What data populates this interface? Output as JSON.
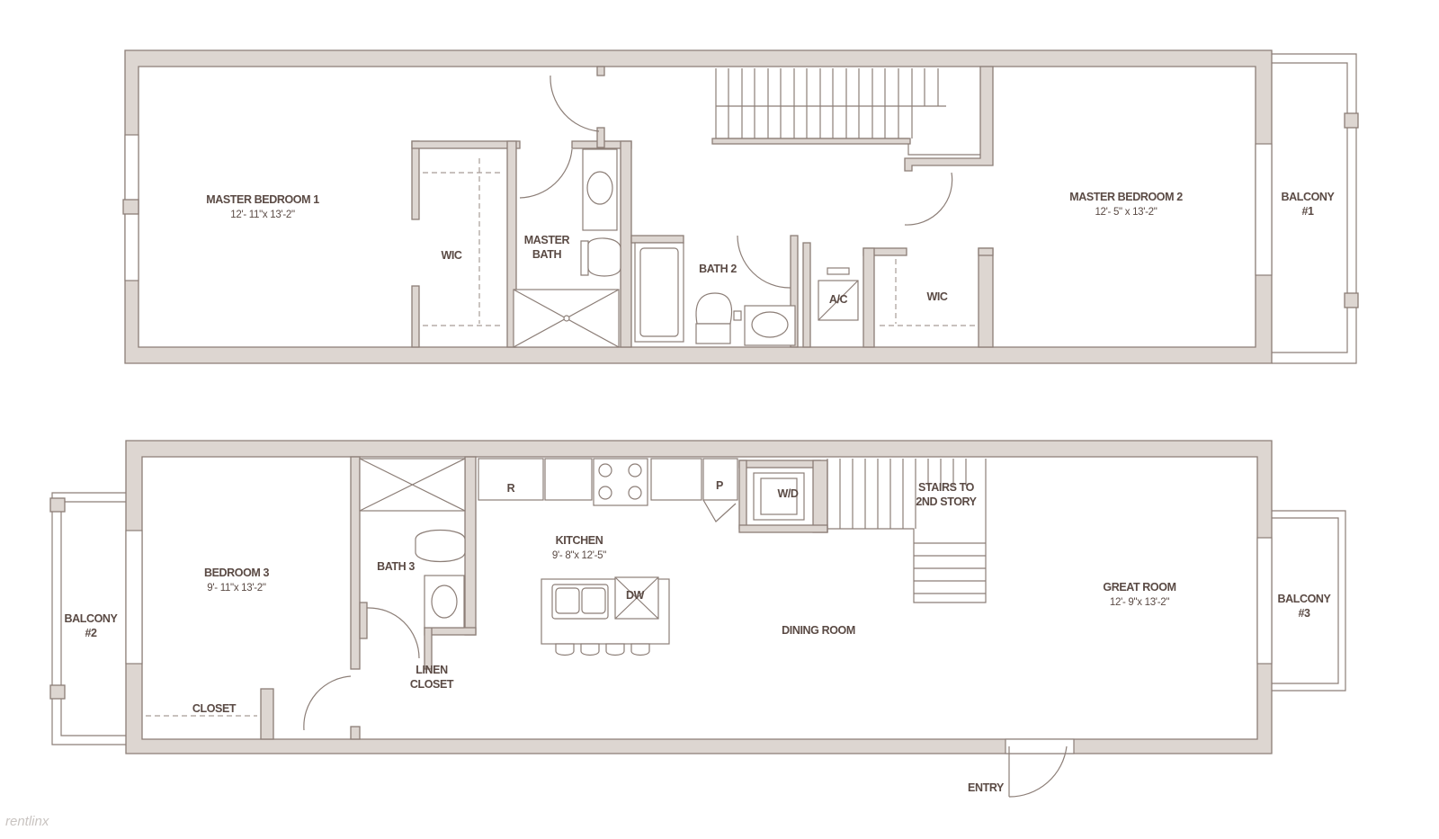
{
  "upper_floor": {
    "master_bedroom_1": {
      "name": "MASTER BEDROOM 1",
      "dims": "12'- 11\"x 13'-2\""
    },
    "wic_1": {
      "name": "WIC"
    },
    "master_bath": {
      "name_line1": "MASTER",
      "name_line2": "BATH"
    },
    "bath_2": {
      "name": "BATH 2"
    },
    "ac": {
      "name": "A/C"
    },
    "wic_2": {
      "name": "WIC"
    },
    "master_bedroom_2": {
      "name": "MASTER BEDROOM  2",
      "dims": "12'- 5\" x 13'-2\""
    },
    "balcony_1": {
      "name_line1": "BALCONY",
      "name_line2": "#1"
    }
  },
  "lower_floor": {
    "balcony_2": {
      "name_line1": "BALCONY",
      "name_line2": "#2"
    },
    "bedroom_3": {
      "name": "BEDROOM 3",
      "dims": "9'- 11\"x 13'-2\""
    },
    "closet": {
      "name": "CLOSET"
    },
    "bath_3": {
      "name": "BATH 3"
    },
    "linen_closet": {
      "name_line1": "LINEN",
      "name_line2": "CLOSET"
    },
    "kitchen": {
      "name": "KITCHEN",
      "dims": "9'- 8\"x 12'-5\""
    },
    "refrigerator": {
      "name": "R"
    },
    "pantry": {
      "name": "P"
    },
    "dishwasher": {
      "name": "DW"
    },
    "washer_dryer": {
      "name": "W/D"
    },
    "stairs": {
      "name_line1": "STAIRS TO",
      "name_line2": "2ND STORY"
    },
    "dining_room": {
      "name": "DINING ROOM"
    },
    "great_room": {
      "name": "GREAT ROOM",
      "dims": "12'- 9\"x 13'-2\""
    },
    "balcony_3": {
      "name_line1": "BALCONY",
      "name_line2": "#3"
    },
    "entry": {
      "name": "ENTRY"
    }
  },
  "watermark": "rentlinx"
}
